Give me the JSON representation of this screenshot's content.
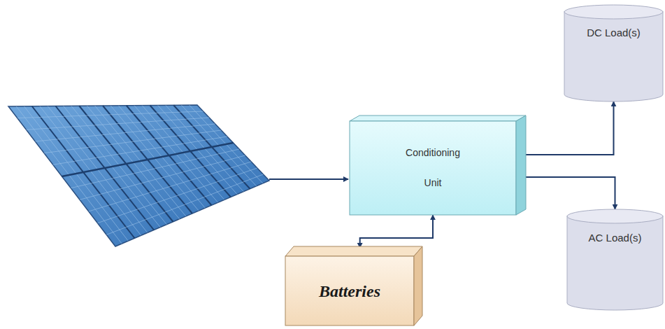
{
  "diagram": {
    "nodes": [
      {
        "text": [
          "Conditioning Unit"
        ]
      },
      {
        "text": [
          "DC Load(s)"
        ]
      },
      {
        "text": [
          "AC Load(s)"
        ]
      },
      {
        "text": [
          "Batteries"
        ]
      }
    ],
    "edges": [
      {
        "from": 0,
        "to": 3,
        "arrow": "both"
      },
      {
        "from": 0,
        "to": 1,
        "arrow": "to"
      },
      {
        "from": 0,
        "to": 2,
        "arrow": "to"
      }
    ]
  }
}
